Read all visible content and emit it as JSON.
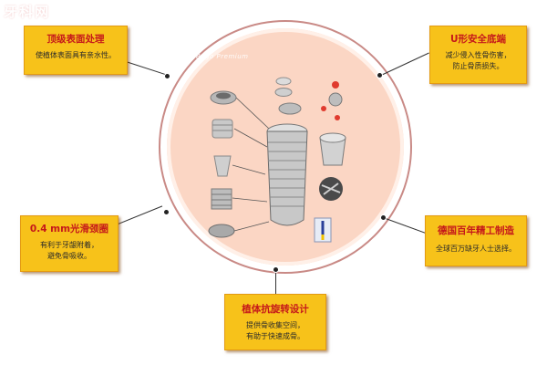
{
  "logo": {
    "text": "牙科网"
  },
  "watermark": {
    "text": "Bego Premium"
  },
  "callouts": {
    "top_left": {
      "title": "顶级表面处理",
      "lines": [
        "使植体表面具有亲水性。"
      ]
    },
    "top_right": {
      "title": "U形安全底端",
      "lines": [
        "减少侵入性骨伤害，",
        "防止骨质损失。"
      ]
    },
    "mid_left": {
      "title": "0.4 mm光滑颈圈",
      "lines": [
        "有利于牙龈附着，",
        "避免骨吸收。"
      ]
    },
    "mid_right": {
      "title": "德国百年精工制造",
      "lines": [
        "全球百万缺牙人士选择。"
      ]
    },
    "bottom": {
      "title": "植体抗旋转设计",
      "lines": [
        "提供骨收集空间，",
        "有助于快速成骨。"
      ]
    }
  },
  "colors": {
    "box": "#f7c21a",
    "title": "#c5181a",
    "circle": "#fbd6c4",
    "accent_red": "#e03a2e"
  },
  "icons": [
    "implant-icon",
    "abutment-icon",
    "cap-icon",
    "thread-section-icon",
    "bone-graft-icon",
    "tool-icon"
  ]
}
